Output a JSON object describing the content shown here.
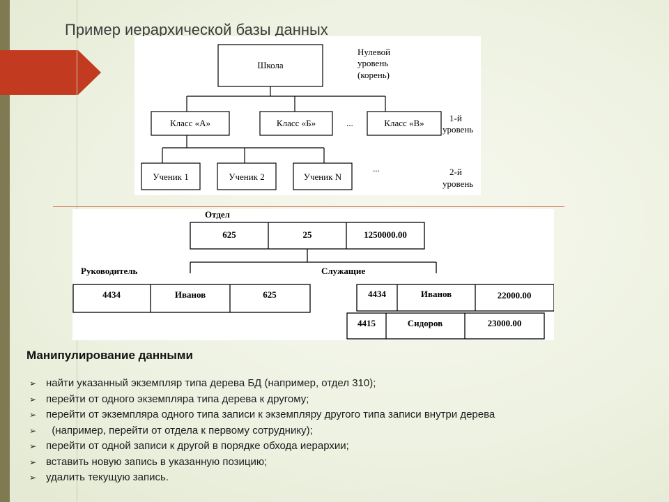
{
  "slide": {
    "title": "Пример иерархической базы данных"
  },
  "tree_diagram": {
    "root_label": "Школа",
    "root_note": [
      "Нулевой",
      "уровень",
      "(корень)"
    ],
    "level1_nodes": [
      "Класс «А»",
      "Класс «Б»",
      "Класс «В»"
    ],
    "level1_ellipsis": "...",
    "level1_note": [
      "1-й",
      "уровень"
    ],
    "level2_nodes": [
      "Ученик 1",
      "Ученик 2",
      "Ученик N"
    ],
    "level2_ellipsis": "...",
    "level2_note": [
      "2-й",
      "уровень"
    ]
  },
  "record_diagram": {
    "dept_label": "Отдел",
    "dept_fields": [
      "625",
      "25",
      "1250000.00"
    ],
    "manager_label": "Руководитель",
    "employees_label": "Служащие",
    "manager_fields": [
      "4434",
      "Иванов",
      "625"
    ],
    "employee1_fields": [
      "4434",
      "Иванов",
      "22000.00"
    ],
    "employee2_fields": [
      "4415",
      "Сидоров",
      "23000.00"
    ]
  },
  "section": {
    "heading": "Манипулирование данными",
    "bullet_marker": "➢",
    "items": [
      "найти указанный экземпляр типа дерева БД (например, отдел 310);",
      "перейти от одного экземпляра типа дерева к другому;",
      "перейти от экземпляра одного типа записи к экземпляру другого типа записи внутри дерева",
      "  (например, перейти от отдела к первому сотруднику);",
      "перейти от одной записи к другой в порядке обхода иерархии;",
      "вставить новую запись в указанную позицию;",
      "удалить текущую запись."
    ]
  },
  "colors": {
    "left_bar": "#7f7a52",
    "arrow_accent": "#c23a1f",
    "separator_line": "#d0704e"
  }
}
